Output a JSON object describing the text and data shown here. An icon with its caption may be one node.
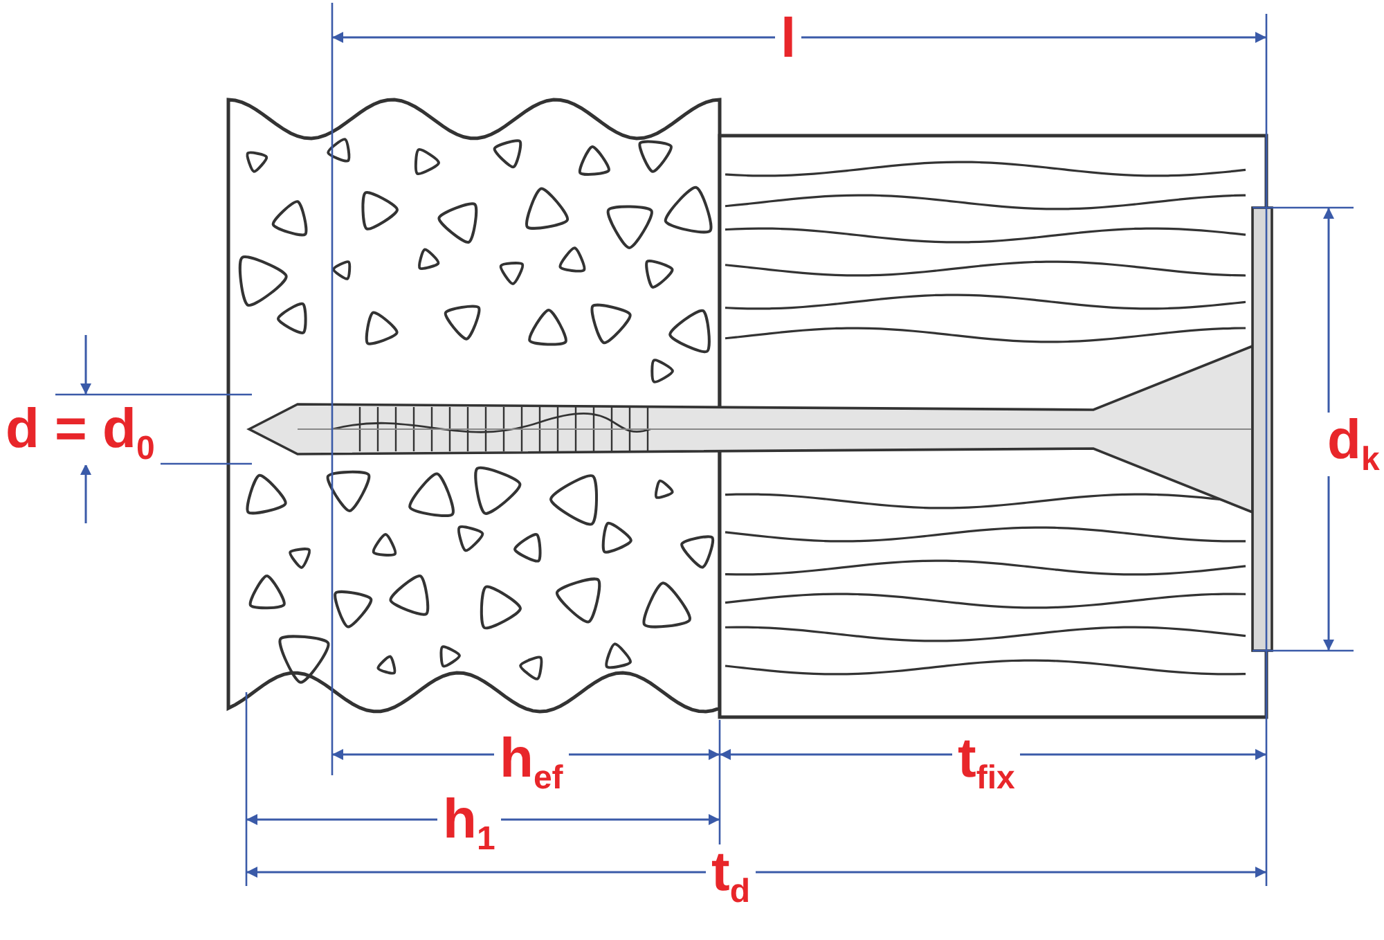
{
  "diagram": {
    "labels": [
      "l",
      "d = d$_{0}$",
      "d$_{k}$",
      "h$_{ef}$",
      "t$_{fix}$",
      "h$_{1}$",
      "t$_{d}$"
    ]
  }
}
